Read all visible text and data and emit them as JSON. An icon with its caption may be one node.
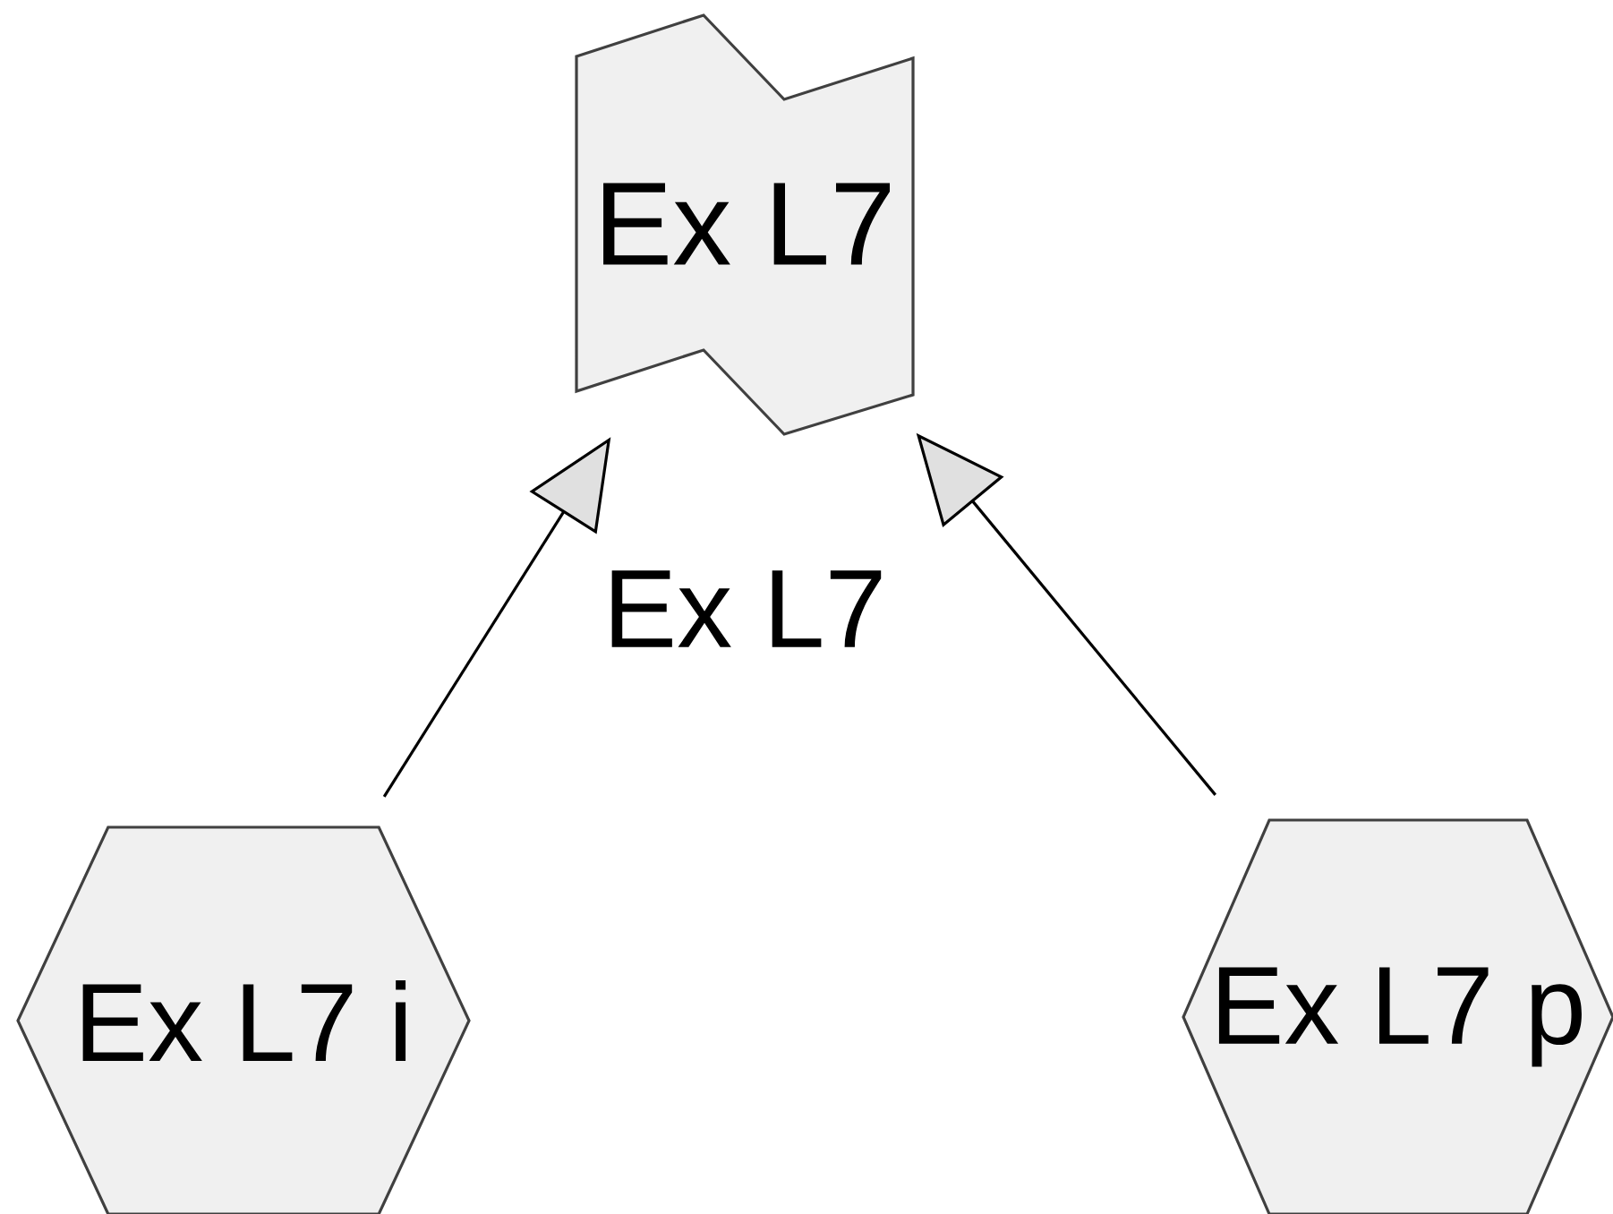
{
  "diagram": {
    "nodes": [
      {
        "text": [
          "Ex L7"
        ]
      },
      {
        "text": [
          "Ex L7 i"
        ]
      },
      {
        "text": [
          "Ex L7 p"
        ]
      }
    ],
    "edges": [
      {
        "from": 1,
        "to": 0,
        "arrow": "to"
      },
      {
        "from": 2,
        "to": 0,
        "arrow": "to"
      }
    ],
    "labels": [
      "Ex L7"
    ]
  }
}
